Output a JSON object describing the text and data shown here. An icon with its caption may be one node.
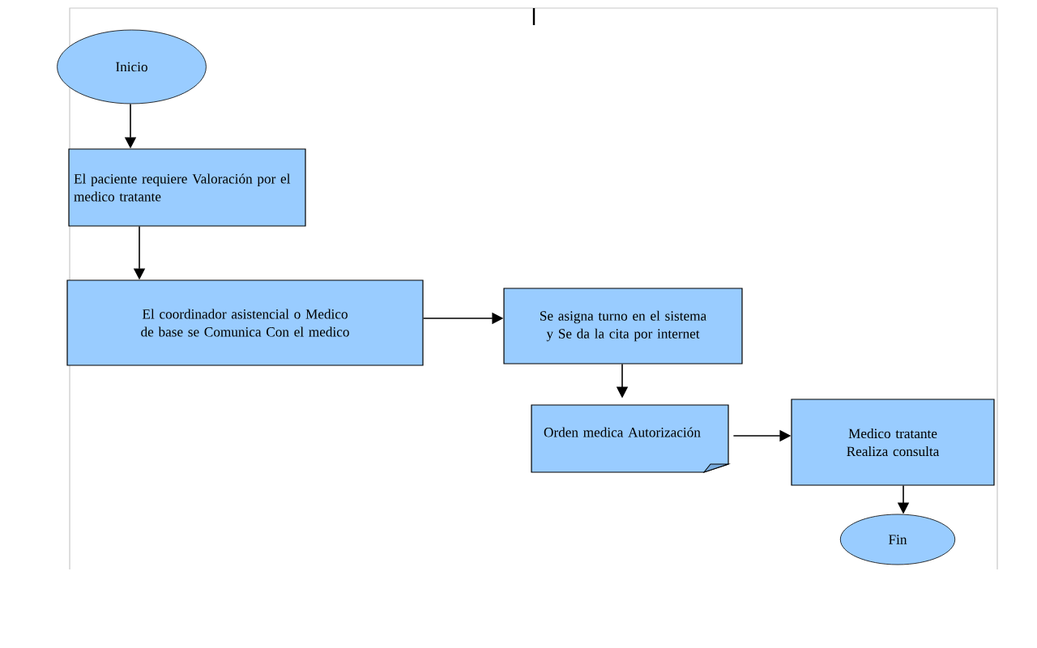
{
  "diagram": {
    "nodes": [
      {
        "text": [
          "Inicio"
        ]
      },
      {
        "text": [
          "El paciente requiere Valoración por el medico tratante"
        ]
      },
      {
        "text": [
          "El coordinador asistencial o Medico de base se Comunica Con el medico"
        ]
      },
      {
        "text": [
          "Se asigna turno en el sistema y Se da la cita por internet"
        ]
      },
      {
        "text": [
          "Orden medica Autorización"
        ]
      },
      {
        "text": [
          "Medico tratante Realiza consulta"
        ]
      },
      {
        "text": [
          "Fin"
        ]
      }
    ],
    "edges": [
      {
        "from": 0,
        "to": 1,
        "arrow": "to"
      },
      {
        "from": 1,
        "to": 2,
        "arrow": "to"
      },
      {
        "from": 2,
        "to": 3,
        "arrow": "to"
      },
      {
        "from": 3,
        "to": 4,
        "arrow": "to"
      },
      {
        "from": 4,
        "to": 5,
        "arrow": "to"
      },
      {
        "from": 5,
        "to": 6,
        "arrow": "to"
      }
    ]
  }
}
